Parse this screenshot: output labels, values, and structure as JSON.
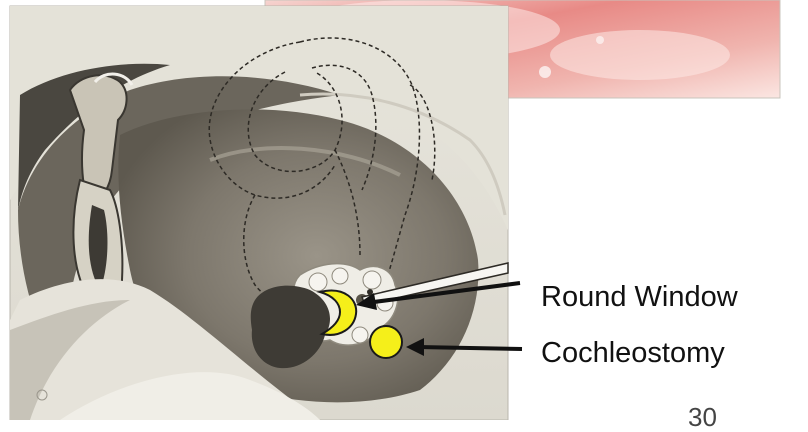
{
  "labels": {
    "round_window": "Round Window",
    "cochleostomy": "Cochleostomy"
  },
  "page_number": "30",
  "colors": {
    "marker_fill": "#f5ef1a",
    "marker_stroke": "#1a1a1a",
    "arrow": "#111111"
  }
}
